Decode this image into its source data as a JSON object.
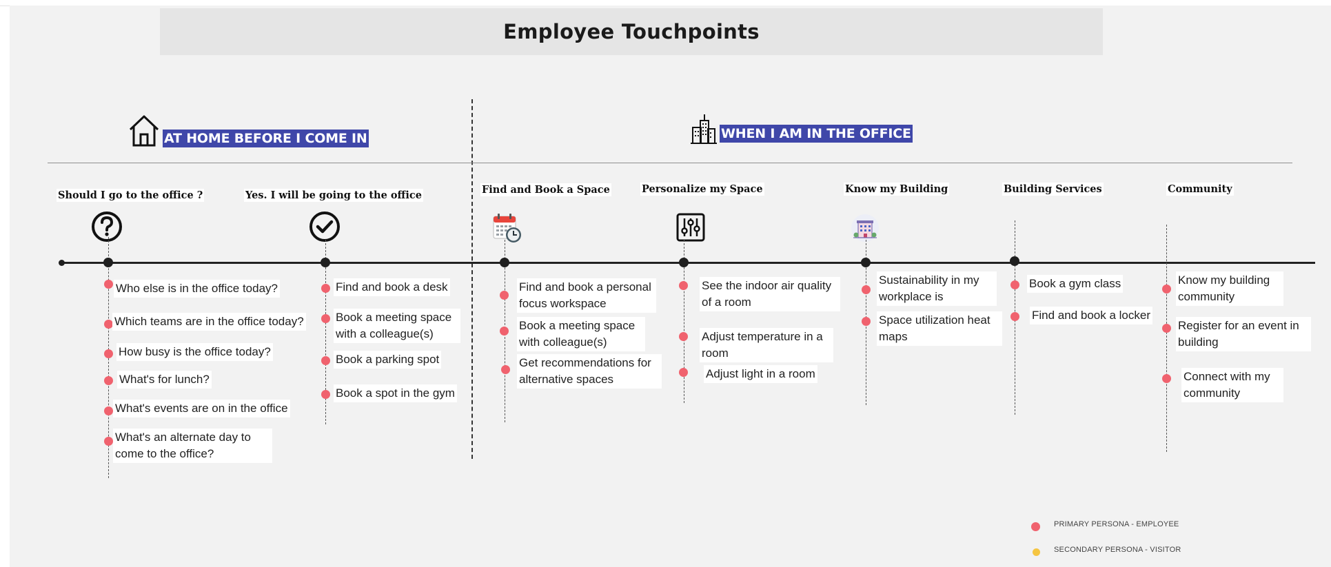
{
  "title": "Employee Touchpoints",
  "colors": {
    "canvas": "#f2f2f2",
    "phase_label_bg": "#3f47a9",
    "primary_dot": "#f0626e",
    "secondary_dot": "#f5c542",
    "axis": "#222222"
  },
  "phases": [
    {
      "label": "AT HOME BEFORE I COME IN",
      "icon": "house-icon"
    },
    {
      "label": "WHEN I AM IN THE OFFICE",
      "icon": "office-building-icon"
    }
  ],
  "categories": [
    {
      "title": "Should I go to the office ?",
      "icon": "question-circle-icon",
      "items": [
        "Who else is in the office today?",
        "Which teams are in the office today?",
        "How busy is the office today?",
        "What's for lunch?",
        "What's events are on in the office",
        "What's an alternate day to come to the office?"
      ]
    },
    {
      "title": "Yes. I will be going to the office",
      "icon": "check-circle-icon",
      "items": [
        "Find and book a desk",
        "Book a meeting space with a colleague(s)",
        "Book a parking spot",
        "Book a spot in the gym"
      ]
    },
    {
      "title": "Find and Book a Space",
      "icon": "calendar-clock-icon",
      "items": [
        "Find and book a personal focus workspace",
        "Book a meeting space with colleague(s)",
        "Get recommendations for alternative spaces"
      ]
    },
    {
      "title": "Personalize my Space",
      "icon": "sliders-icon",
      "items": [
        "See the indoor air quality of a room",
        "Adjust temperature in a room",
        "Adjust light in a room"
      ]
    },
    {
      "title": "Know my Building",
      "icon": "building-icon",
      "items": [
        "Sustainability in my workplace is",
        "Space utilization heat maps"
      ]
    },
    {
      "title": "Building Services",
      "icon": "",
      "items": [
        "Book a gym class",
        "Find and book a locker"
      ]
    },
    {
      "title": "Community",
      "icon": "",
      "items": [
        "Know my building community",
        "Register for an event in building",
        "Connect with my community"
      ]
    }
  ],
  "legend": [
    {
      "label": "PRIMARY PERSONA - EMPLOYEE",
      "color": "#f0626e"
    },
    {
      "label": "SECONDARY PERSONA - VISITOR",
      "color": "#f5c542"
    }
  ]
}
